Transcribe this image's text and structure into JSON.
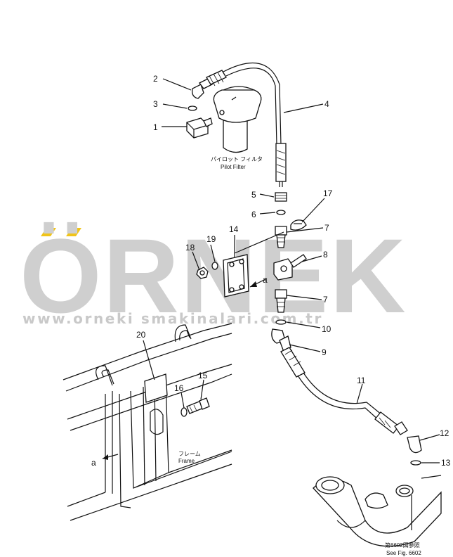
{
  "diagram": {
    "callouts": [
      {
        "id": "c1",
        "text": "1"
      },
      {
        "id": "c2",
        "text": "2"
      },
      {
        "id": "c3",
        "text": "3"
      },
      {
        "id": "c4",
        "text": "4"
      },
      {
        "id": "c5",
        "text": "5"
      },
      {
        "id": "c6",
        "text": "6"
      },
      {
        "id": "c7a",
        "text": "7"
      },
      {
        "id": "c7b",
        "text": "7"
      },
      {
        "id": "c8",
        "text": "8"
      },
      {
        "id": "c9",
        "text": "9"
      },
      {
        "id": "c10",
        "text": "10"
      },
      {
        "id": "c11",
        "text": "11"
      },
      {
        "id": "c12",
        "text": "12"
      },
      {
        "id": "c13",
        "text": "13"
      },
      {
        "id": "c14",
        "text": "14"
      },
      {
        "id": "c15",
        "text": "15"
      },
      {
        "id": "c16",
        "text": "16"
      },
      {
        "id": "c17",
        "text": "17"
      },
      {
        "id": "c18",
        "text": "18"
      },
      {
        "id": "c19",
        "text": "19"
      },
      {
        "id": "c20",
        "text": "20"
      }
    ],
    "pilot_filter_jp": "パイロット フィルタ",
    "pilot_filter_en": "Pilot Filter",
    "frame_jp": "フレーム",
    "frame_en": "Frame",
    "see_fig_jp": "第6602図参照",
    "see_fig_en": "See Fig. 6602",
    "view_mark_a": "a",
    "view_mark_a2": "a"
  },
  "watermark": {
    "brand": "ÖRNEK",
    "url": "www.orneki smakinalari.com.tr"
  },
  "colors": {
    "accent": "#f0c419",
    "watermark": "#cfcfcf"
  }
}
